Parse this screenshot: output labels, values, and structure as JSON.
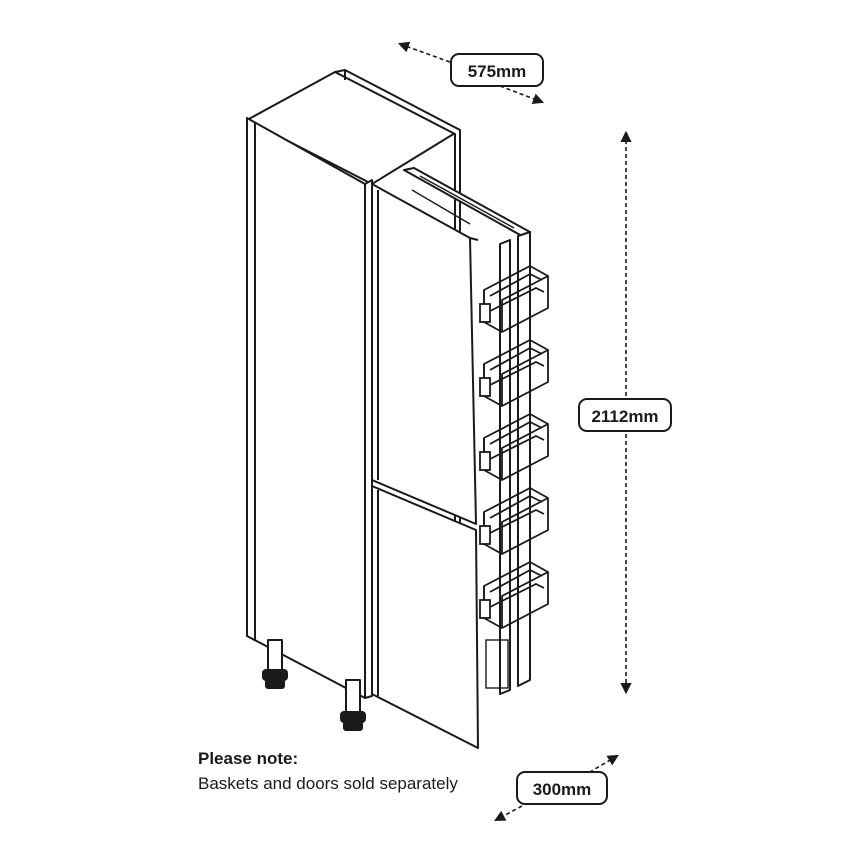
{
  "dimensions": {
    "depth": "575mm",
    "height": "2112mm",
    "width": "300mm"
  },
  "note": {
    "title": "Please note:",
    "body": "Baskets and doors sold separately"
  },
  "colors": {
    "line": "#1a1a1a",
    "background": "#ffffff"
  },
  "basket_count": 5
}
